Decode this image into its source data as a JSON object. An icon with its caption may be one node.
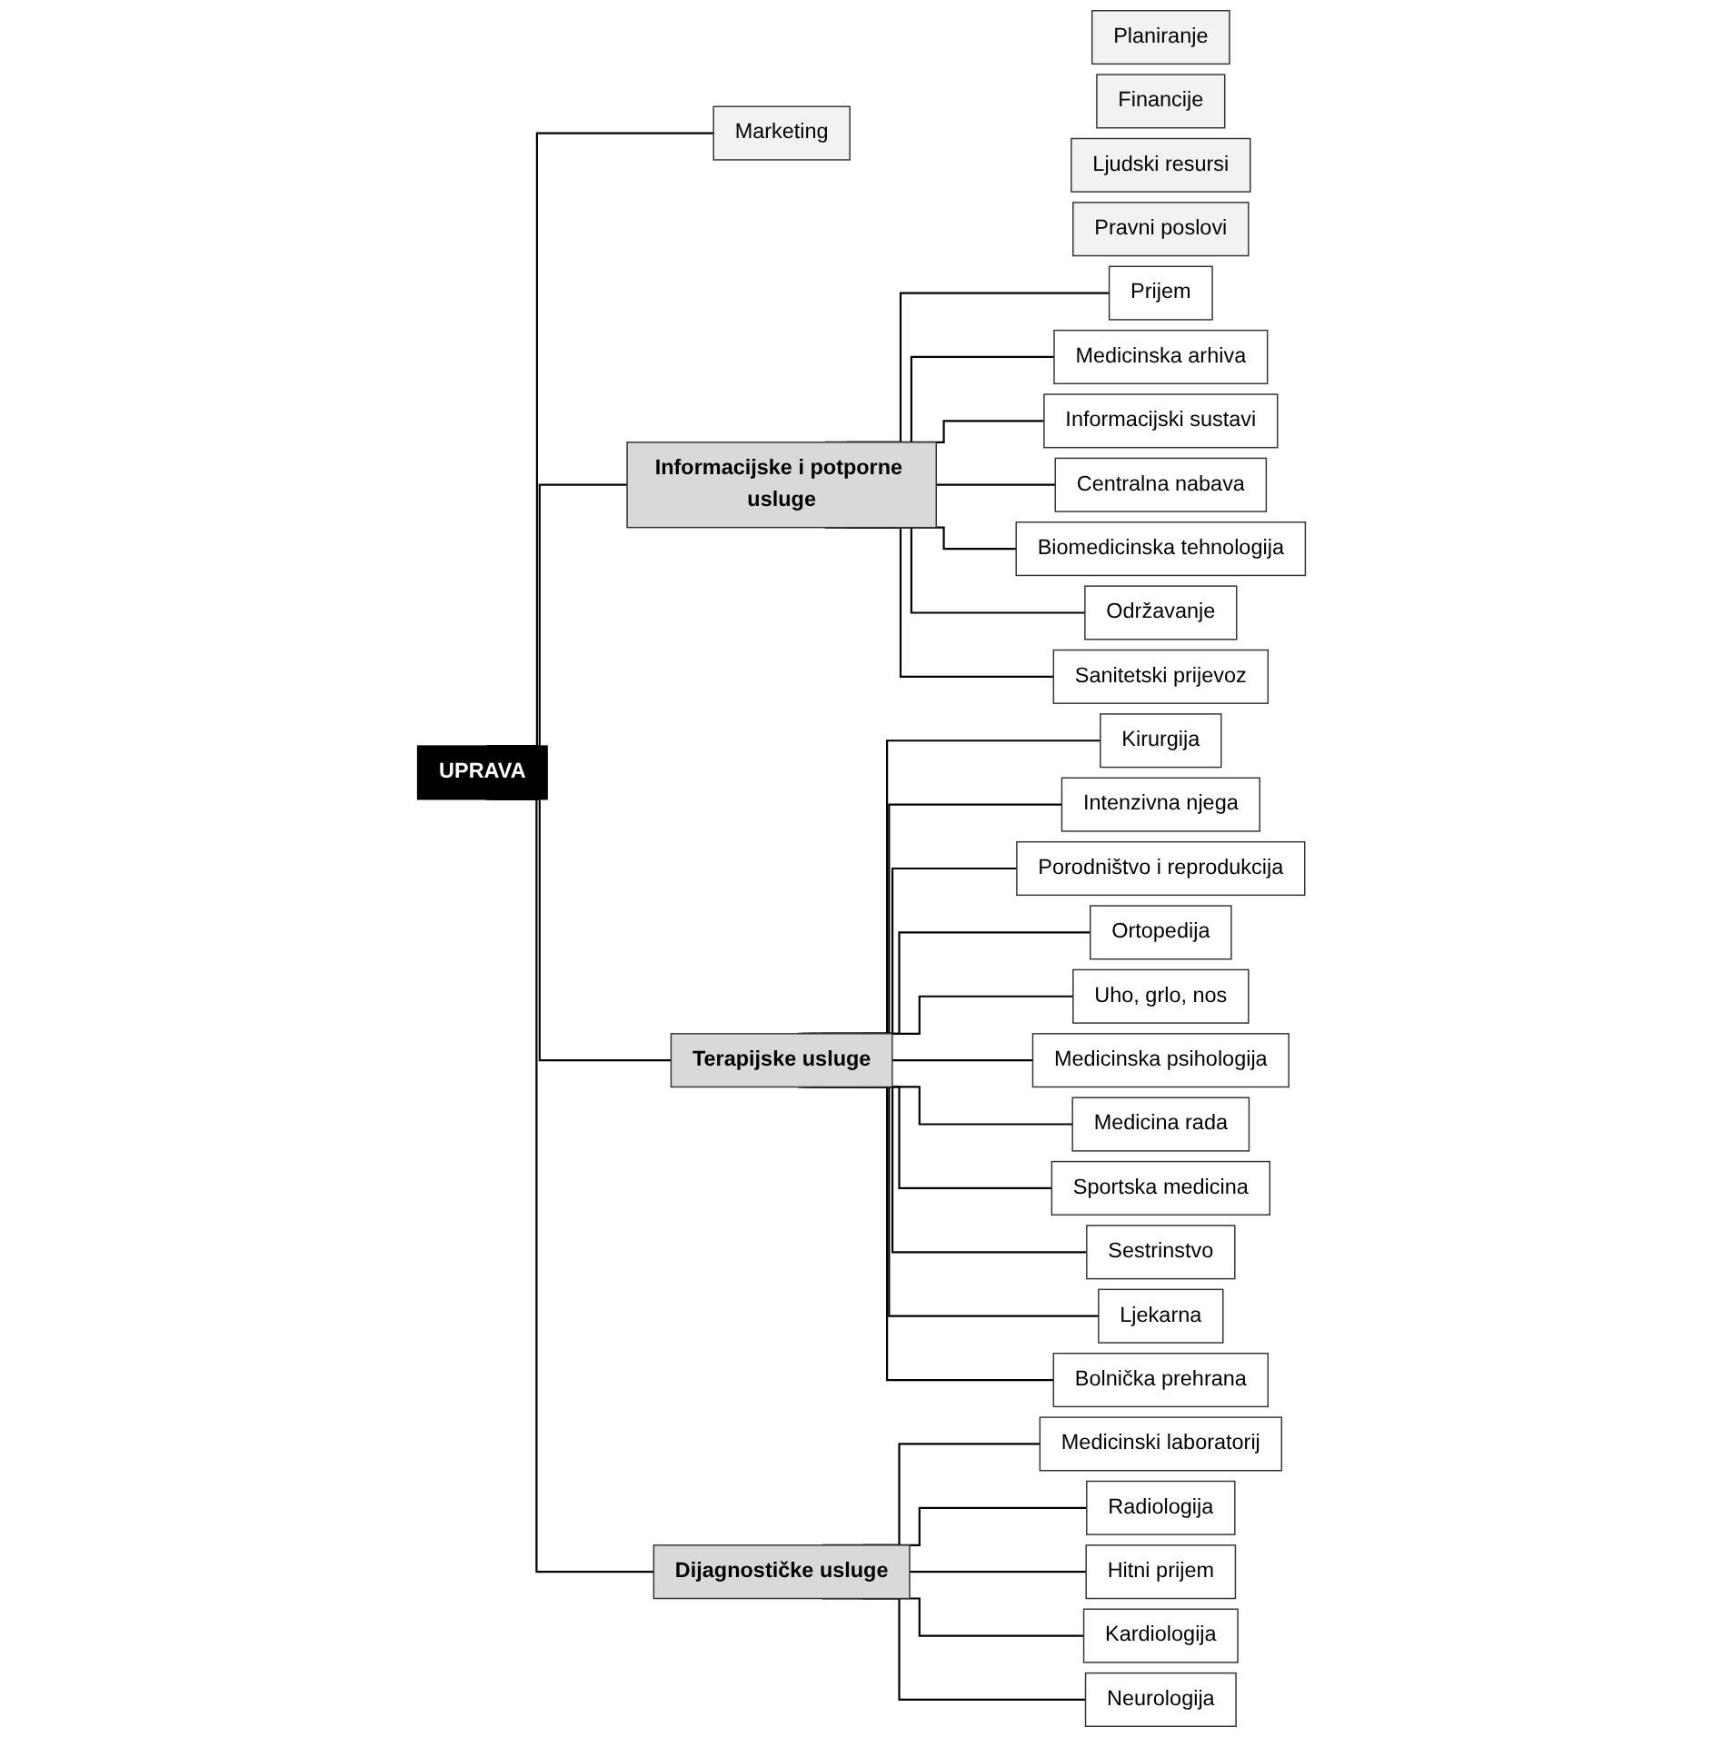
{
  "diagram": {
    "nodes": [
      {
        "text": [
          "UPRAVA"
        ]
      },
      {
        "text": [
          "Planiranje"
        ]
      },
      {
        "text": [
          "Financije"
        ]
      },
      {
        "text": [
          "Marketing"
        ]
      },
      {
        "text": [
          "Ljudski resursi"
        ]
      },
      {
        "text": [
          "Pravni poslovi"
        ]
      },
      {
        "text": [
          "Informacijske i potporne usluge"
        ]
      },
      {
        "text": [
          "Terapijske usluge"
        ]
      },
      {
        "text": [
          "Dijagnostičke usluge"
        ]
      },
      {
        "text": [
          "Prijem"
        ]
      },
      {
        "text": [
          "Medicinska arhiva"
        ]
      },
      {
        "text": [
          "Informacijski sustavi"
        ]
      },
      {
        "text": [
          "Centralna nabava"
        ]
      },
      {
        "text": [
          "Biomedicinska tehnologija"
        ]
      },
      {
        "text": [
          "Održavanje"
        ]
      },
      {
        "text": [
          "Sanitetski prijevoz"
        ]
      },
      {
        "text": [
          "Kirurgija"
        ]
      },
      {
        "text": [
          "Intenzivna njega"
        ]
      },
      {
        "text": [
          "Porodništvo i reprodukcija"
        ]
      },
      {
        "text": [
          "Ortopedija"
        ]
      },
      {
        "text": [
          "Uho, grlo, nos"
        ]
      },
      {
        "text": [
          "Medicinska psihologija"
        ]
      },
      {
        "text": [
          "Medicina rada"
        ]
      },
      {
        "text": [
          "Sportska medicina"
        ]
      },
      {
        "text": [
          "Sestrinstvo"
        ]
      },
      {
        "text": [
          "Ljekarna"
        ]
      },
      {
        "text": [
          "Bolnička prehrana"
        ]
      },
      {
        "text": [
          "Medicinski laboratorij"
        ]
      },
      {
        "text": [
          "Radiologija"
        ]
      },
      {
        "text": [
          "Hitni prijem"
        ]
      },
      {
        "text": [
          "Kardiologija"
        ]
      },
      {
        "text": [
          "Neurologija"
        ]
      }
    ],
    "edges": [
      {
        "from": 0,
        "to": 3,
        "arrow": "none"
      },
      {
        "from": 0,
        "to": 6,
        "arrow": "none"
      },
      {
        "from": 0,
        "to": 7,
        "arrow": "none"
      },
      {
        "from": 0,
        "to": 8,
        "arrow": "none"
      },
      {
        "from": 6,
        "to": 9,
        "arrow": "none"
      },
      {
        "from": 6,
        "to": 10,
        "arrow": "none"
      },
      {
        "from": 6,
        "to": 11,
        "arrow": "none"
      },
      {
        "from": 6,
        "to": 12,
        "arrow": "none"
      },
      {
        "from": 6,
        "to": 13,
        "arrow": "none"
      },
      {
        "from": 6,
        "to": 14,
        "arrow": "none"
      },
      {
        "from": 6,
        "to": 15,
        "arrow": "none"
      },
      {
        "from": 7,
        "to": 16,
        "arrow": "none"
      },
      {
        "from": 7,
        "to": 17,
        "arrow": "none"
      },
      {
        "from": 7,
        "to": 18,
        "arrow": "none"
      },
      {
        "from": 7,
        "to": 19,
        "arrow": "none"
      },
      {
        "from": 7,
        "to": 20,
        "arrow": "none"
      },
      {
        "from": 7,
        "to": 21,
        "arrow": "none"
      },
      {
        "from": 7,
        "to": 22,
        "arrow": "none"
      },
      {
        "from": 7,
        "to": 23,
        "arrow": "none"
      },
      {
        "from": 7,
        "to": 24,
        "arrow": "none"
      },
      {
        "from": 7,
        "to": 25,
        "arrow": "none"
      },
      {
        "from": 7,
        "to": 26,
        "arrow": "none"
      },
      {
        "from": 8,
        "to": 27,
        "arrow": "none"
      },
      {
        "from": 8,
        "to": 28,
        "arrow": "none"
      },
      {
        "from": 8,
        "to": 29,
        "arrow": "none"
      },
      {
        "from": 8,
        "to": 30,
        "arrow": "none"
      },
      {
        "from": 8,
        "to": 31,
        "arrow": "none"
      }
    ]
  }
}
